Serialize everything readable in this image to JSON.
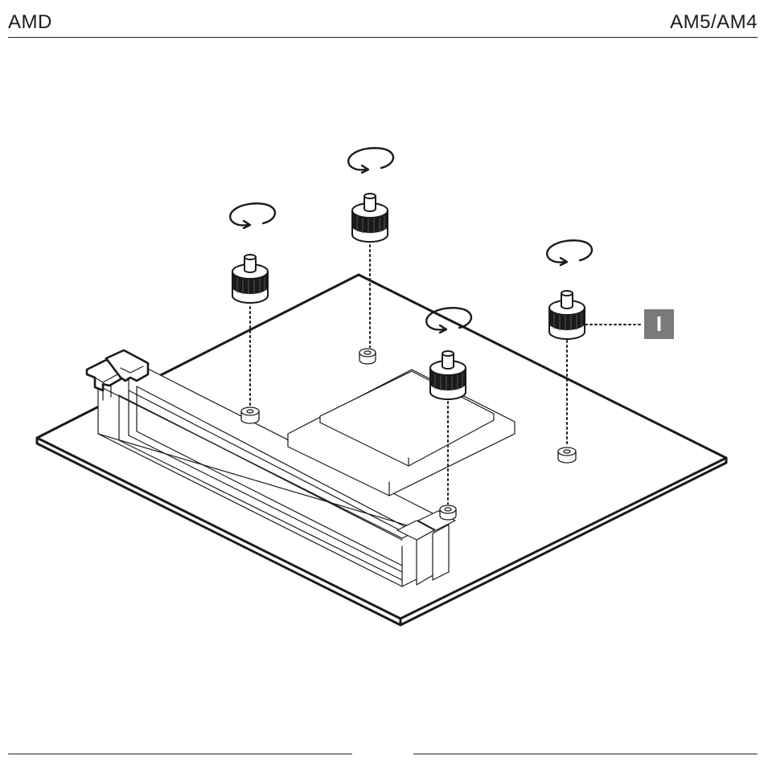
{
  "header": {
    "brand": "AMD",
    "socket": "AM5/AM4"
  },
  "diagram": {
    "callout_label": "I",
    "standoffs": [
      {
        "name": "standoff-rear-left",
        "rotation": "clockwise"
      },
      {
        "name": "standoff-rear-center",
        "rotation": "clockwise"
      },
      {
        "name": "standoff-front-center",
        "rotation": "clockwise"
      },
      {
        "name": "standoff-right",
        "rotation": "clockwise"
      }
    ],
    "line_color": "#1a1a1a",
    "callout_color": "#7a7a7a"
  }
}
